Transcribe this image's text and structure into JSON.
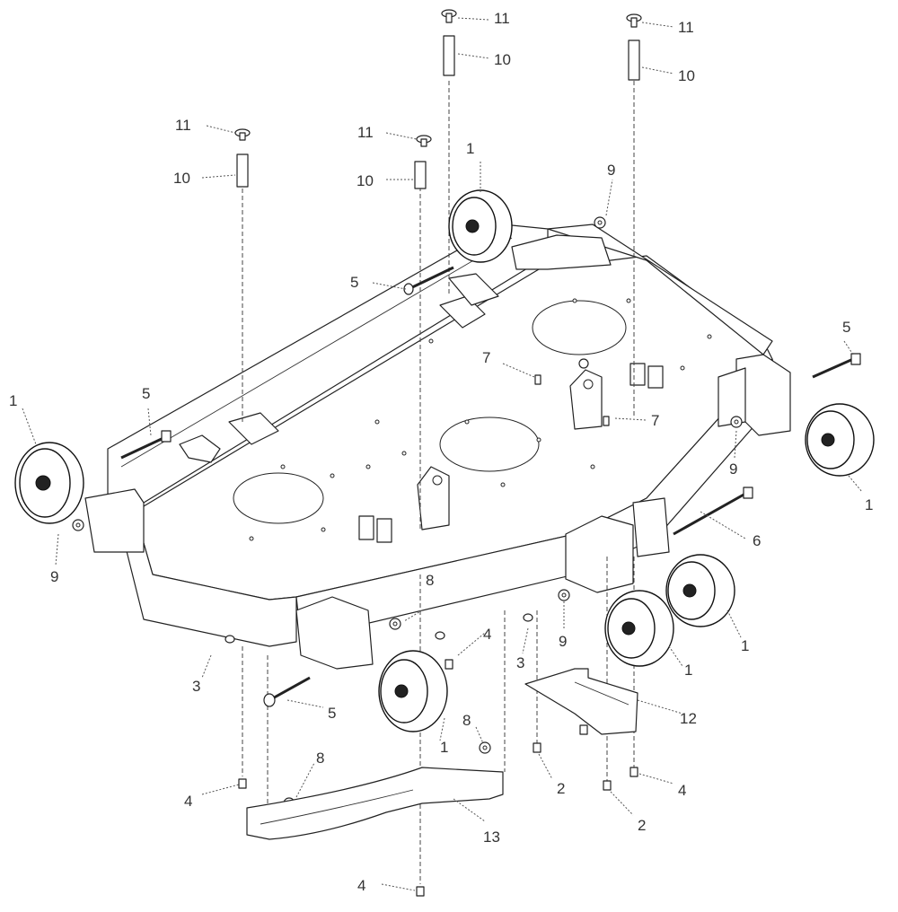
{
  "callouts": {
    "c1a": "1",
    "c1b": "1",
    "c1c": "1",
    "c1d": "1",
    "c1e": "1",
    "c1f": "1",
    "c2a": "2",
    "c2b": "2",
    "c3a": "3",
    "c3b": "3",
    "c4a": "4",
    "c4b": "4",
    "c4c": "4",
    "c4d": "4",
    "c5a": "5",
    "c5b": "5",
    "c5c": "5",
    "c5d": "5",
    "c6": "6",
    "c7a": "7",
    "c7b": "7",
    "c8a": "8",
    "c8b": "8",
    "c8c": "8",
    "c9a": "9",
    "c9b": "9",
    "c9c": "9",
    "c9d": "9",
    "c10a": "10",
    "c10b": "10",
    "c10c": "10",
    "c10d": "10",
    "c11a": "11",
    "c11b": "11",
    "c11c": "11",
    "c11d": "11",
    "c12": "12",
    "c13": "13"
  }
}
